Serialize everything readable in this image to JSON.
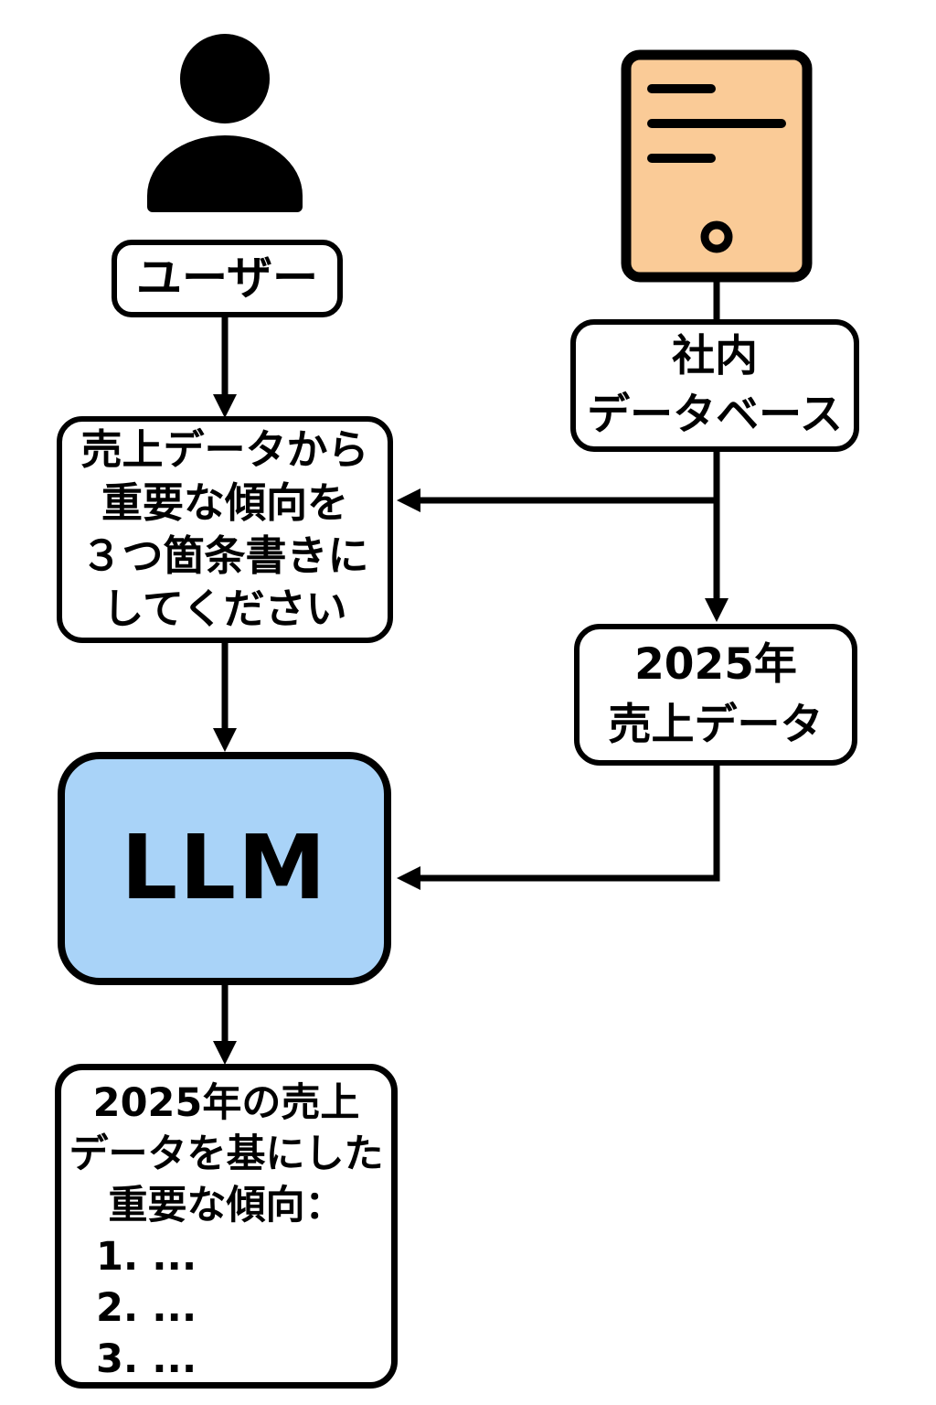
{
  "colors": {
    "canvas_bg": "#FFFFFF",
    "line": "#000000",
    "icon_ink": "#000000",
    "server_icon_fill": "#FACB97",
    "llm_box_fill": "#A9D3F8",
    "node_fill": "#FFFFFF"
  },
  "icons": {
    "user": "person-icon",
    "database": "server-icon"
  },
  "nodes": {
    "user_label": "ユーザー",
    "database_label": {
      "lines": [
        "社内",
        "データベース"
      ]
    },
    "prompt": {
      "lines": [
        "売上データから",
        "重要な傾向を",
        "３つ箇条書きに",
        "してください"
      ]
    },
    "sales_data": {
      "lines": [
        "2025年",
        "売上データ"
      ]
    },
    "llm": "LLM",
    "output": {
      "lines": [
        "2025年の売上",
        "データを基にした",
        "重要な傾向："
      ],
      "items": [
        "1. ...",
        "2. ...",
        "3. ..."
      ]
    }
  }
}
